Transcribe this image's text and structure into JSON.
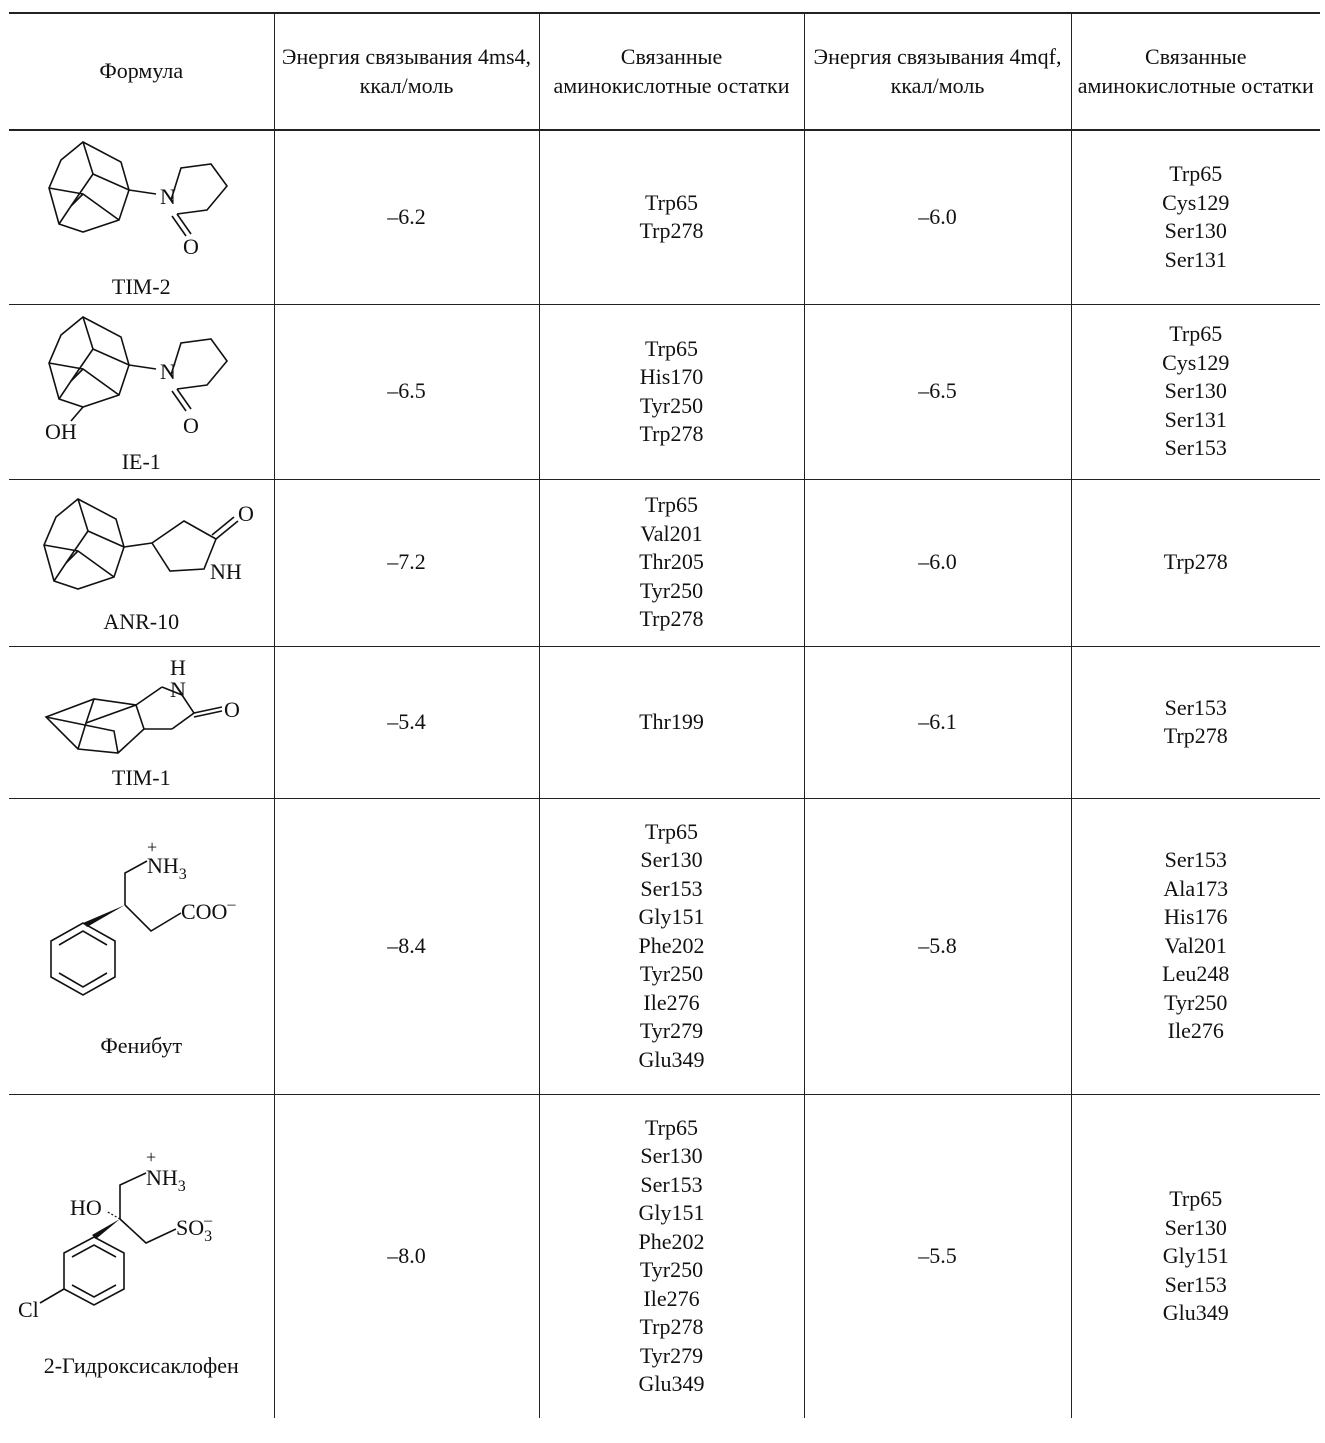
{
  "header": {
    "col_formula": "Формула",
    "col_energy_4ms4": "Энергия связывания 4ms4, ккал/моль",
    "col_residues_4ms4": "Связанные аминокислотные остатки",
    "col_energy_4mqf": "Энергия связывания 4mqf, ккал/моль",
    "col_residues_4mqf": "Связанные аминокислотные остатки"
  },
  "rows": [
    {
      "name": "TIM-2",
      "energy_4ms4": "–6.2",
      "residues_4ms4": "Trp65\nTrp278",
      "energy_4mqf": "–6.0",
      "residues_4mqf": "Trp65\nCys129\nSer130\nSer131",
      "atoms": {
        "n": "N",
        "o": "O"
      }
    },
    {
      "name": "IE-1",
      "energy_4ms4": "–6.5",
      "residues_4ms4": "Trp65\nHis170\nTyr250\nTrp278",
      "energy_4mqf": "–6.5",
      "residues_4mqf": "Trp65\nCys129\nSer130\nSer131\nSer153",
      "atoms": {
        "n": "N",
        "o": "O",
        "oh": "OH"
      }
    },
    {
      "name": "ANR-10",
      "energy_4ms4": "–7.2",
      "residues_4ms4": "Trp65\nVal201\nThr205\nTyr250\nTrp278",
      "energy_4mqf": "–6.0",
      "residues_4mqf": "Trp278",
      "atoms": {
        "o": "O",
        "nh": "NH"
      }
    },
    {
      "name": "TIM-1",
      "energy_4ms4": "–5.4",
      "residues_4ms4": "Thr199",
      "energy_4mqf": "–6.1",
      "residues_4mqf": "Ser153\nTrp278",
      "atoms": {
        "h": "H",
        "n": "N",
        "o": "O"
      }
    },
    {
      "name": "Фенибут",
      "energy_4ms4": "–8.4",
      "residues_4ms4": "Trp65\nSer130\nSer153\nGly151\nPhe202\nTyr250\nIle276\nTyr279\nGlu349",
      "energy_4mqf": "–5.8",
      "residues_4mqf": "Ser153\nAla173\nHis176\nVal201\nLeu248\nTyr250\nIle276",
      "atoms": {
        "plus": "+",
        "nh": "NH",
        "sub3": "3",
        "coo": "COO",
        "minus": "–"
      }
    },
    {
      "name": "2-Гидроксисаклофен",
      "energy_4ms4": "–8.0",
      "residues_4ms4": "Trp65\nSer130\nSer153\nGly151\nPhe202\nTyr250\nIle276\nTrp278\nTyr279\nGlu349",
      "energy_4mqf": "–5.5",
      "residues_4mqf": "Trp65\nSer130\nGly151\nSer153\nGlu349",
      "atoms": {
        "plus": "+",
        "nh": "NH",
        "sub3": "3",
        "ho": "HO",
        "so": "SO",
        "minus": "–",
        "cl": "Cl"
      }
    }
  ]
}
